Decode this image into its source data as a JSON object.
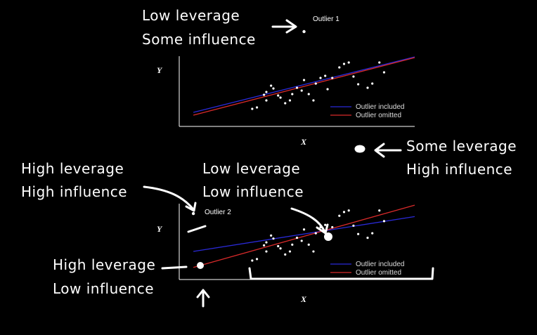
{
  "chart_data": [
    {
      "type": "scatter",
      "xlabel": "X",
      "ylabel": "Y",
      "outlier_label": "Outlier 1",
      "points": [
        [
          0.31,
          0.25
        ],
        [
          0.33,
          0.27
        ],
        [
          0.37,
          0.37
        ],
        [
          0.36,
          0.45
        ],
        [
          0.37,
          0.49
        ],
        [
          0.4,
          0.54
        ],
        [
          0.39,
          0.58
        ],
        [
          0.42,
          0.44
        ],
        [
          0.43,
          0.41
        ],
        [
          0.45,
          0.33
        ],
        [
          0.47,
          0.37
        ],
        [
          0.48,
          0.46
        ],
        [
          0.5,
          0.55
        ],
        [
          0.52,
          0.51
        ],
        [
          0.53,
          0.66
        ],
        [
          0.55,
          0.46
        ],
        [
          0.57,
          0.37
        ],
        [
          0.58,
          0.61
        ],
        [
          0.6,
          0.69
        ],
        [
          0.62,
          0.72
        ],
        [
          0.63,
          0.53
        ],
        [
          0.65,
          0.69
        ],
        [
          0.68,
          0.84
        ],
        [
          0.7,
          0.89
        ],
        [
          0.72,
          0.91
        ],
        [
          0.74,
          0.71
        ],
        [
          0.76,
          0.6
        ],
        [
          0.8,
          0.55
        ],
        [
          0.82,
          0.61
        ],
        [
          0.85,
          0.91
        ],
        [
          0.87,
          0.77
        ]
      ],
      "outlier": [
        0.53,
        1.35
      ],
      "series": [
        {
          "name": "Outlier included",
          "color": "#2a2ad8",
          "line": [
            [
              0.06,
              0.2
            ],
            [
              1.0,
              0.99
            ]
          ]
        },
        {
          "name": "Outlier omitted",
          "color": "#d82a2a",
          "line": [
            [
              0.06,
              0.16
            ],
            [
              1.0,
              0.98
            ]
          ]
        }
      ],
      "legend": "bottom-right"
    },
    {
      "type": "scatter",
      "xlabel": "X",
      "ylabel": "Y",
      "outlier_label": "Outlier 2",
      "points": [
        [
          0.31,
          0.25
        ],
        [
          0.33,
          0.27
        ],
        [
          0.37,
          0.37
        ],
        [
          0.36,
          0.45
        ],
        [
          0.37,
          0.49
        ],
        [
          0.4,
          0.54
        ],
        [
          0.39,
          0.58
        ],
        [
          0.42,
          0.44
        ],
        [
          0.43,
          0.41
        ],
        [
          0.45,
          0.33
        ],
        [
          0.47,
          0.37
        ],
        [
          0.48,
          0.46
        ],
        [
          0.5,
          0.55
        ],
        [
          0.52,
          0.51
        ],
        [
          0.53,
          0.66
        ],
        [
          0.55,
          0.46
        ],
        [
          0.57,
          0.37
        ],
        [
          0.58,
          0.61
        ],
        [
          0.6,
          0.69
        ],
        [
          0.62,
          0.72
        ],
        [
          0.63,
          0.53
        ],
        [
          0.65,
          0.69
        ],
        [
          0.68,
          0.84
        ],
        [
          0.7,
          0.89
        ],
        [
          0.72,
          0.91
        ],
        [
          0.74,
          0.71
        ],
        [
          0.76,
          0.6
        ],
        [
          0.8,
          0.55
        ],
        [
          0.82,
          0.61
        ],
        [
          0.85,
          0.91
        ],
        [
          0.87,
          0.77
        ]
      ],
      "outlier": [
        0.06,
        0.87
      ],
      "series": [
        {
          "name": "Outlier included",
          "color": "#2a2ad8",
          "line": [
            [
              0.06,
              0.37
            ],
            [
              1.0,
              0.83
            ]
          ]
        },
        {
          "name": "Outlier omitted",
          "color": "#d82a2a",
          "line": [
            [
              0.06,
              0.16
            ],
            [
              1.0,
              0.98
            ]
          ]
        }
      ],
      "legend": "bottom-right"
    }
  ],
  "annotations": {
    "top_left_line1": "Low leverage",
    "top_left_line2": "Some influence",
    "right_line1": "Some leverage",
    "right_line2": "High influence",
    "left_line1": "High leverage",
    "left_line2": "High influence",
    "mid_line1": "Low leverage",
    "mid_line2": "Low influence",
    "bottom_left_line1": "High leverage",
    "bottom_left_line2": "Low influence"
  }
}
